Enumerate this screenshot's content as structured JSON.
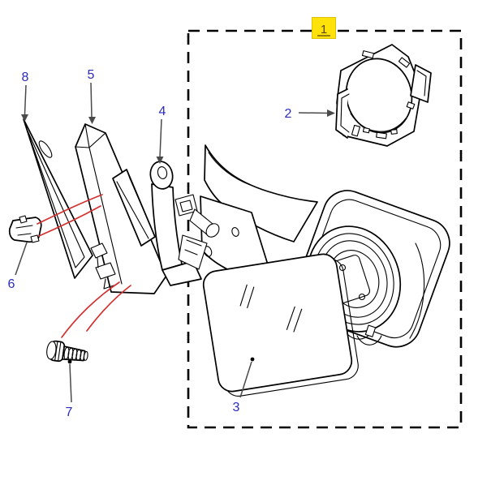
{
  "diagram": {
    "kind": "exploded-parts-diagram",
    "subject": "door-mirror-assembly",
    "callouts": [
      {
        "label": "1",
        "part": "mirror-assembly-complete",
        "highlighted": true
      },
      {
        "label": "2",
        "part": "mounting-plate-ring"
      },
      {
        "label": "3",
        "part": "mirror-glass"
      },
      {
        "label": "4",
        "part": "bracket-arm"
      },
      {
        "label": "5",
        "part": "backing-plate"
      },
      {
        "label": "6",
        "part": "connector-clip"
      },
      {
        "label": "7",
        "part": "screw"
      },
      {
        "label": "8",
        "part": "seal-gasket"
      }
    ],
    "colors": {
      "background": "#ffffff",
      "line": "#000000",
      "leader": "#4a4a4a",
      "label": "#2b2bbd",
      "highlight": "#ffe20a",
      "tag_text": "#5a4710",
      "accent": "#d43030"
    }
  }
}
